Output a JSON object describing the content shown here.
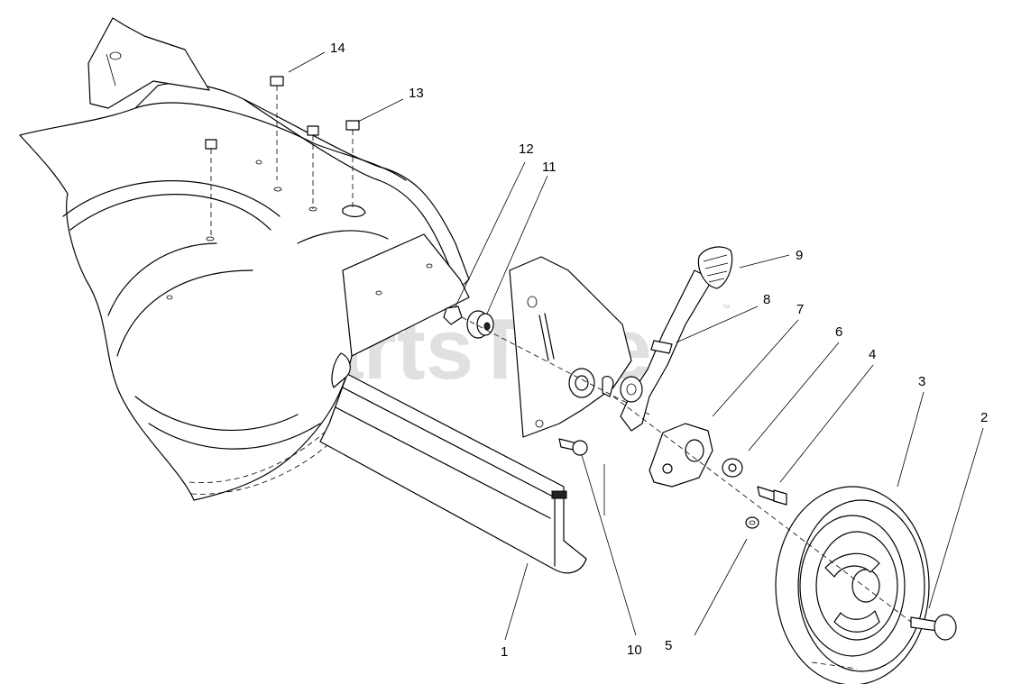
{
  "diagram": {
    "watermark": "PartsTree",
    "watermark_tm": "™",
    "callouts": [
      {
        "id": "c1",
        "label": "1"
      },
      {
        "id": "c2",
        "label": "2"
      },
      {
        "id": "c3",
        "label": "3"
      },
      {
        "id": "c4",
        "label": "4"
      },
      {
        "id": "c5",
        "label": "5"
      },
      {
        "id": "c6",
        "label": "6"
      },
      {
        "id": "c7",
        "label": "7"
      },
      {
        "id": "c8",
        "label": "8"
      },
      {
        "id": "c9",
        "label": "9"
      },
      {
        "id": "c10",
        "label": "10"
      },
      {
        "id": "c11",
        "label": "11"
      },
      {
        "id": "c12",
        "label": "12"
      },
      {
        "id": "c13",
        "label": "13"
      },
      {
        "id": "c14",
        "label": "14"
      }
    ],
    "parts": [
      {
        "name": "mower-deck"
      },
      {
        "name": "rear-baffle"
      },
      {
        "name": "wheel"
      },
      {
        "name": "shoulder-bolt"
      },
      {
        "name": "height-adjust-lever"
      },
      {
        "name": "height-adjust-bracket"
      },
      {
        "name": "washer"
      },
      {
        "name": "bolt"
      },
      {
        "name": "knob-grip"
      },
      {
        "name": "pivot-bushing"
      },
      {
        "name": "nut"
      },
      {
        "name": "carriage-bolt"
      }
    ]
  }
}
